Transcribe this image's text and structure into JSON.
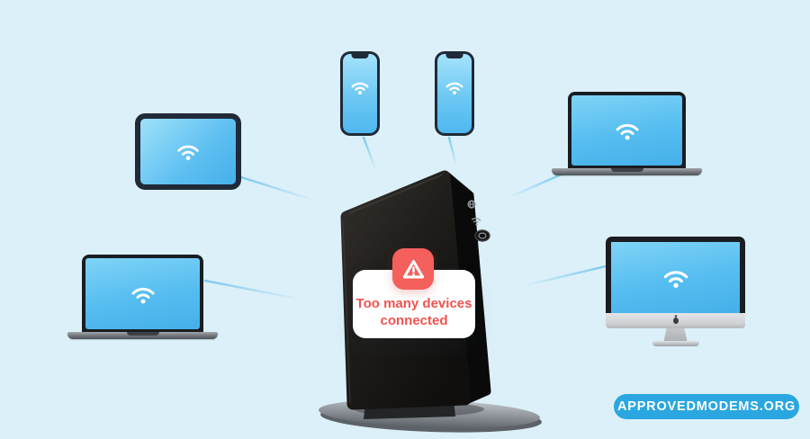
{
  "colors": {
    "bg": "#dcf0f9",
    "alert-red": "#f4605c",
    "alert-text-red": "#f2524f",
    "watermark-blue": "#2aa7e0",
    "line-blue": "#6ec3ef",
    "screen-blue-light": "#9fe1fa",
    "screen-blue-deep": "#45afe9"
  },
  "alert": {
    "line1": "Too many devices",
    "line2": "connected",
    "icon": "warning-triangle-icon"
  },
  "watermark": {
    "label": "APPROVEDMODEMS.ORG"
  },
  "scene": {
    "devices": [
      {
        "name": "tablet",
        "screen_icon": "wifi-icon"
      },
      {
        "name": "phone-left",
        "screen_icon": "wifi-icon"
      },
      {
        "name": "phone-right",
        "screen_icon": "wifi-icon"
      },
      {
        "name": "laptop-top-right",
        "screen_icon": "wifi-icon"
      },
      {
        "name": "laptop-bottom-left",
        "screen_icon": "wifi-icon"
      },
      {
        "name": "imac",
        "screen_icon": "wifi-icon"
      },
      {
        "name": "router",
        "side_icons": [
          "globe-icon",
          "wifi-icon",
          "wps-button"
        ]
      }
    ],
    "connection_count": 6
  }
}
